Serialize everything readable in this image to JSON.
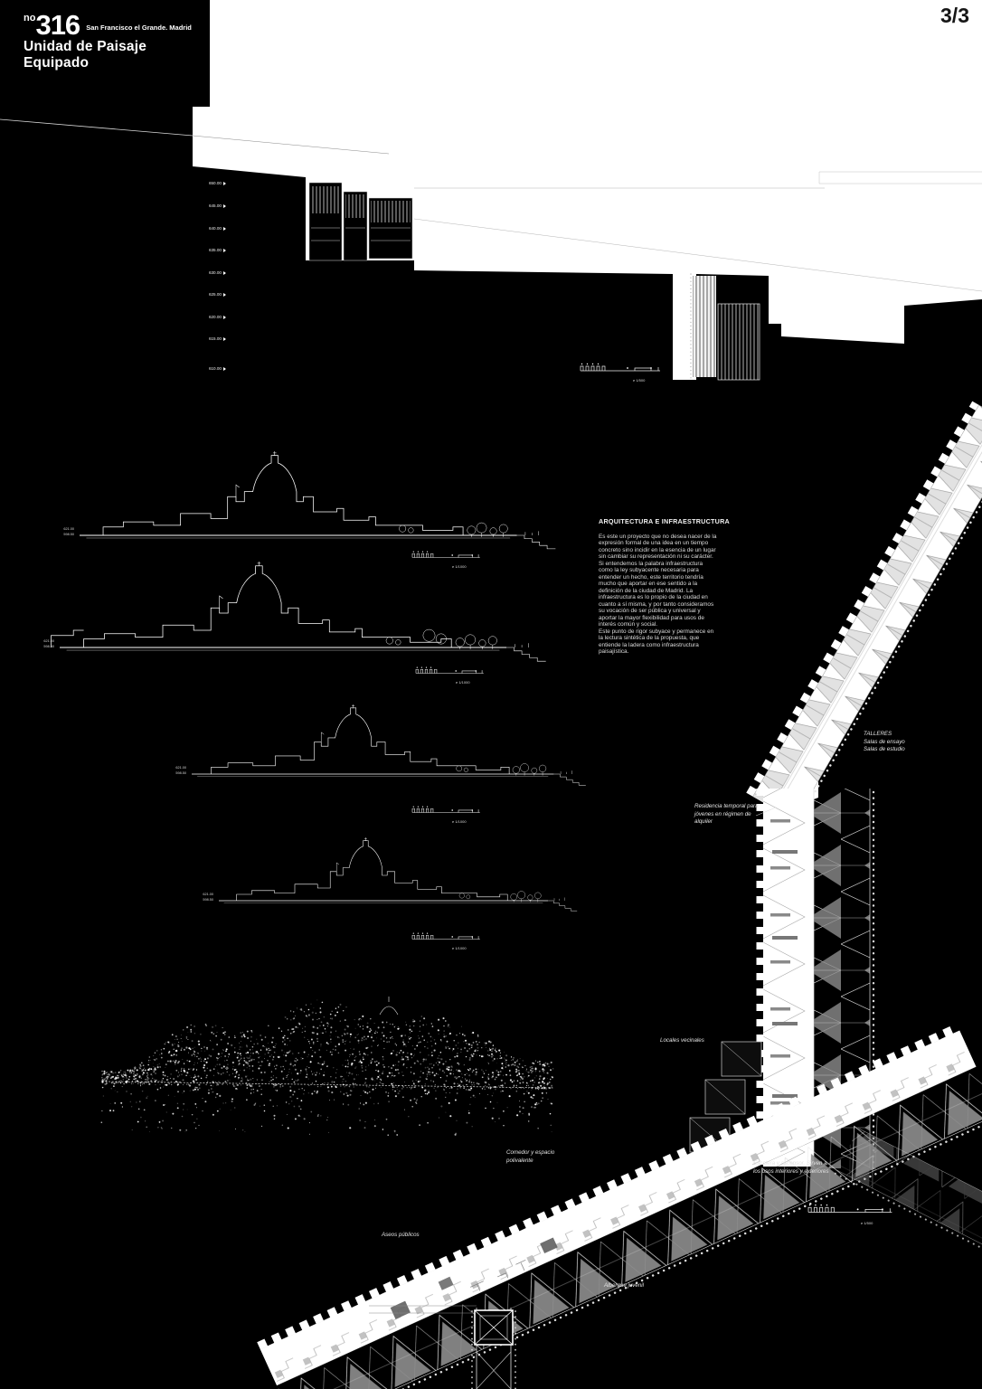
{
  "sheet": {
    "number": "3/3"
  },
  "title_block": {
    "prefix": "no",
    "number": "316",
    "location": "San Francisco el Grande. Madrid",
    "title": "Unidad de Paisaje Equipado"
  },
  "essay": {
    "heading": "ARQUITECTURA E INFRAESTRUCTURA",
    "body": "Es este un proyecto que no desea nacer de la\nexpresión formal de una idea en un tiempo\nconcreto sino incidir en la esencia de un lugar\nsin cambiar su representación ni su carácter.\nSi entendemos la palabra infraestructura\ncomo la ley subyacente necesaria para\nentender un hecho, este territorio tendría\nmucho que aportar en ese sentido a la\ndefinición de la ciudad de Madrid. La\ninfraestructura es lo propio de la ciudad en\ncuanto a sí misma, y por tanto consideramos\nsu vocación de ser pública y universal y\naportar la mayor flexibilidad para usos de\ninterés común y social.\nEste punto de rigor subyace y permanece en\nla lectura sintética de la propuesta, que\nentiende la ladera como infraestructura\npaisajística."
  },
  "annotations": {
    "talleres": "TALLERES\nSalas de ensayo\nSalas de estudio",
    "residencia": "Residencia temporal para\njóvenes en régimen de\nalquiler",
    "locales": "Locales vecinales",
    "comedor": "Comedor y espacio\npolivalente",
    "aseos": "Aseos públicos",
    "escaleras": "Escalera y ascensor. Sirven a\nlos usos interiores y exteriores",
    "albergue": "Albergue juvenil"
  },
  "scales": {
    "large": "e 1/500",
    "small": "e 1/1000"
  },
  "levels": [
    "650.00",
    "645.00",
    "640.00",
    "635.00",
    "630.00",
    "625.00",
    "620.00",
    "615.00",
    "610.00"
  ],
  "section_levels": {
    "upper": "621.00",
    "lower": "598.50"
  },
  "colors": {
    "background": "#000000",
    "ink": "#ffffff",
    "gray": "#9b9b9b",
    "sky": "#ffffff"
  }
}
